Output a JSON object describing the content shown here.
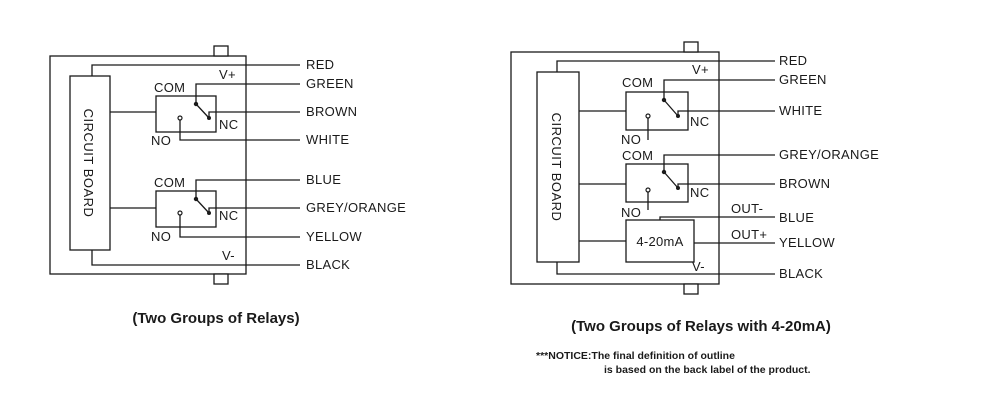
{
  "left": {
    "caption": "(Two Groups of Relays)",
    "board_label": "CIRCUIT BOARD",
    "vplus": "V+",
    "vminus": "V-",
    "relay1": {
      "com": "COM",
      "nc": "NC",
      "no": "NO"
    },
    "relay2": {
      "com": "COM",
      "nc": "NC",
      "no": "NO"
    },
    "wires": [
      "RED",
      "GREEN",
      "BROWN",
      "WHITE",
      "BLUE",
      "GREY/ORANGE",
      "YELLOW",
      "BLACK"
    ]
  },
  "right": {
    "caption": "(Two Groups of Relays with 4-20mA)",
    "board_label": "CIRCUIT BOARD",
    "vplus": "V+",
    "vminus": "V-",
    "relay1": {
      "com": "COM",
      "nc": "NC",
      "no": "NO"
    },
    "relay2": {
      "com": "COM",
      "nc": "NC",
      "no": "NO"
    },
    "analog": {
      "label": "4-20mA",
      "out_minus": "OUT-",
      "out_plus": "OUT+"
    },
    "wires": [
      "RED",
      "GREEN",
      "WHITE",
      "GREY/ORANGE",
      "BROWN",
      "BLUE",
      "YELLOW",
      "BLACK"
    ]
  },
  "notice": {
    "line1": "***NOTICE:The final definition of outline",
    "line2": "is based on the back label of the product."
  }
}
